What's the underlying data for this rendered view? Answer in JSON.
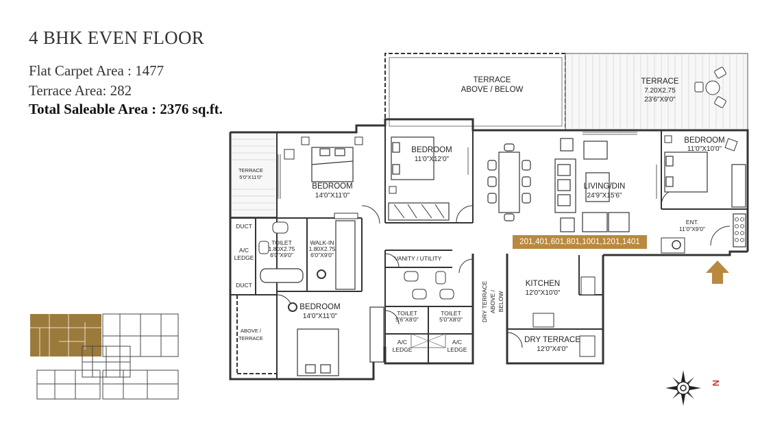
{
  "header": {
    "title": "4 BHK EVEN FLOOR",
    "carpet_area": "Flat Carpet Area : 1477",
    "terrace_area": "Terrace Area: 282",
    "saleable_area": "Total Saleable Area : 2376 sq.ft."
  },
  "rooms": {
    "terrace_top": {
      "label1": "TERRACE",
      "label2": "ABOVE / BELOW"
    },
    "terrace_right": {
      "label": "TERRACE",
      "dim1": "7.20X2.75",
      "dim2": "23'6\"X9'0\""
    },
    "terrace_left": {
      "label": "TERRACE",
      "dim": "5'0\"X11'0\""
    },
    "bedroom_1": {
      "label": "BEDROOM",
      "dim": "14'0\"X11'0\""
    },
    "bedroom_2": {
      "label": "BEDROOM",
      "dim": "11'0\"X12'0\""
    },
    "bedroom_3": {
      "label": "BEDROOM",
      "dim": "11'0\"X10'0\""
    },
    "bedroom_4": {
      "label": "BEDROOM",
      "dim": "14'0\"X11'0\""
    },
    "living": {
      "label": "LIVING/DIN",
      "dim": "24'9\"X15'6\""
    },
    "entrance": {
      "label": "ENT.",
      "dim": "11'0\"X9'0\""
    },
    "toilet_1": {
      "label": "TOILET",
      "dim1": "1.80X2.75",
      "dim2": "6'0\"X9'0\""
    },
    "walk_in": {
      "label": "WALK-IN",
      "dim1": "1.80X2.75",
      "dim2": "6'0\"X9'0\""
    },
    "duct_top": "DUCT",
    "duct_bottom": "DUCT",
    "ac_ledge_left": {
      "line1": "A/C",
      "line2": "LEDGE"
    },
    "above_terrace": {
      "line1": "ABOVE /",
      "line2": "TERRACE"
    },
    "vanity": "VANITY / UTILITY",
    "toilet_2": {
      "label": "TOILET",
      "dim": "5'6\"X8'0\""
    },
    "toilet_3": {
      "label": "TOILET",
      "dim": "5'0\"X8'0\""
    },
    "ac_ledge_mid1": {
      "line1": "A/C",
      "line2": "LEDGE"
    },
    "ac_ledge_mid2": {
      "line1": "A/C",
      "line2": "LEDGE"
    },
    "dry_terrace_vertical": {
      "line1": "DRY TERRACE",
      "line2": "ABOVE /",
      "line3": "BELOW"
    },
    "kitchen": {
      "label": "KITCHEN",
      "dim": "12'0\"X10'0\""
    },
    "dry_terrace": {
      "label": "DRY TERRACE",
      "dim": "12'0\"X4'0\""
    }
  },
  "unit_numbers": "201,401,601,801,1001,1201,1401",
  "compass": {
    "north_label": "N"
  },
  "colors": {
    "accent": "#b8893e",
    "wall": "#333333",
    "highlight": "#9c7a3c"
  }
}
